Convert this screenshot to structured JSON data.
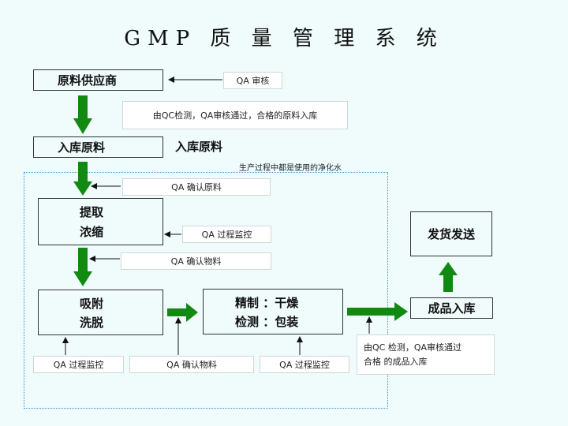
{
  "title": "GMP 质 量 管 理 系 统",
  "steps": {
    "supplier": "原料供应商",
    "warehouse_in": "入库原料",
    "extract": "提取",
    "concentrate": "浓缩",
    "adsorb": "吸附",
    "elute": "洗脱",
    "refine": "精制 ：干燥",
    "test_pack": "检测 ：包装",
    "product_in": "成品入库",
    "ship": "发货发送"
  },
  "labels": {
    "warehouse_side": "入库原料",
    "water_note": "生产过程中都是使用的净化水"
  },
  "notes": {
    "qa_review": "QA 审核",
    "qc_check": "由QC检测，QA审核通过，合格的原料入库",
    "qa_confirm_raw": "QA 确认原料",
    "qa_monitor_1": "QA 过程监控",
    "qa_confirm_mat_1": "QA 确认物料",
    "qa_monitor_2": "QA 过程监控",
    "qa_confirm_mat_2": "QA 确认物料",
    "qa_monitor_3": "QA 过程监控",
    "product_check_line1": "由QC 检测，QA审核通过",
    "product_check_line2": "合格 的成品入库"
  },
  "colors": {
    "arrow_green": "#128a12",
    "dashed_blue": "#3a8fd0",
    "background": "#f0fbfb"
  }
}
